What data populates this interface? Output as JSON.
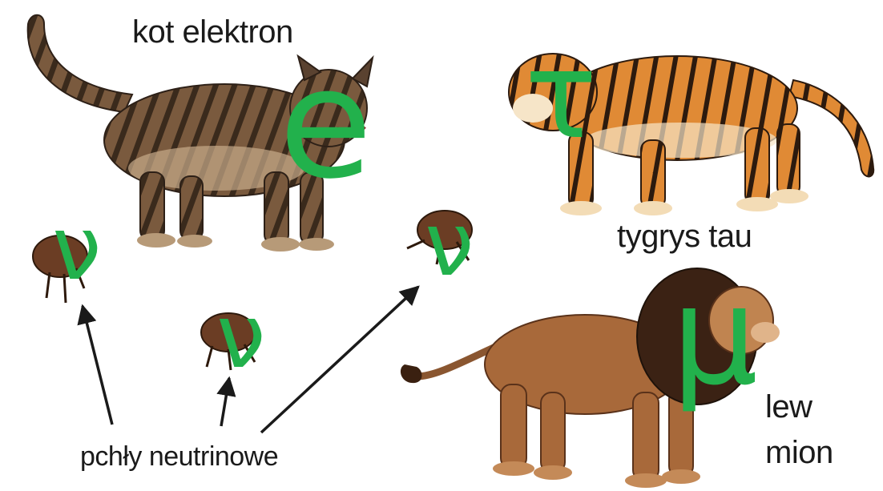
{
  "labels": {
    "cat": "kot elektron",
    "tiger": "tygrys tau",
    "lion_line1": "lew",
    "lion_line2": "mion",
    "fleas": "pchły neutrinowe"
  },
  "symbols": {
    "electron": "e",
    "tau": "τ",
    "muon": "μ",
    "neutrino": "ν"
  },
  "colors": {
    "symbol": "#22b14c",
    "text": "#1a1a1a",
    "arrow": "#1a1a1a"
  }
}
